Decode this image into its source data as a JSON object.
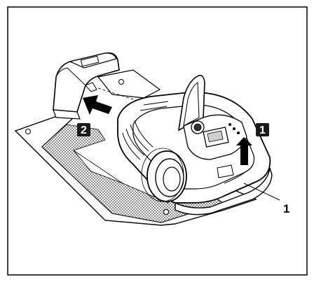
{
  "figure": {
    "steps": [
      {
        "number": "1",
        "description": "lift-lid-arrow-up"
      },
      {
        "number": "2",
        "description": "push-toward-dock-arrow"
      }
    ],
    "callouts": [
      {
        "number": "1"
      }
    ],
    "colors": {
      "frame": "#000000",
      "badge_fill": "#1a1a1a",
      "badge_text": "#ffffff",
      "ground_mesh": "#3a3a3a",
      "line_art": "#000000",
      "background": "#ffffff"
    }
  }
}
